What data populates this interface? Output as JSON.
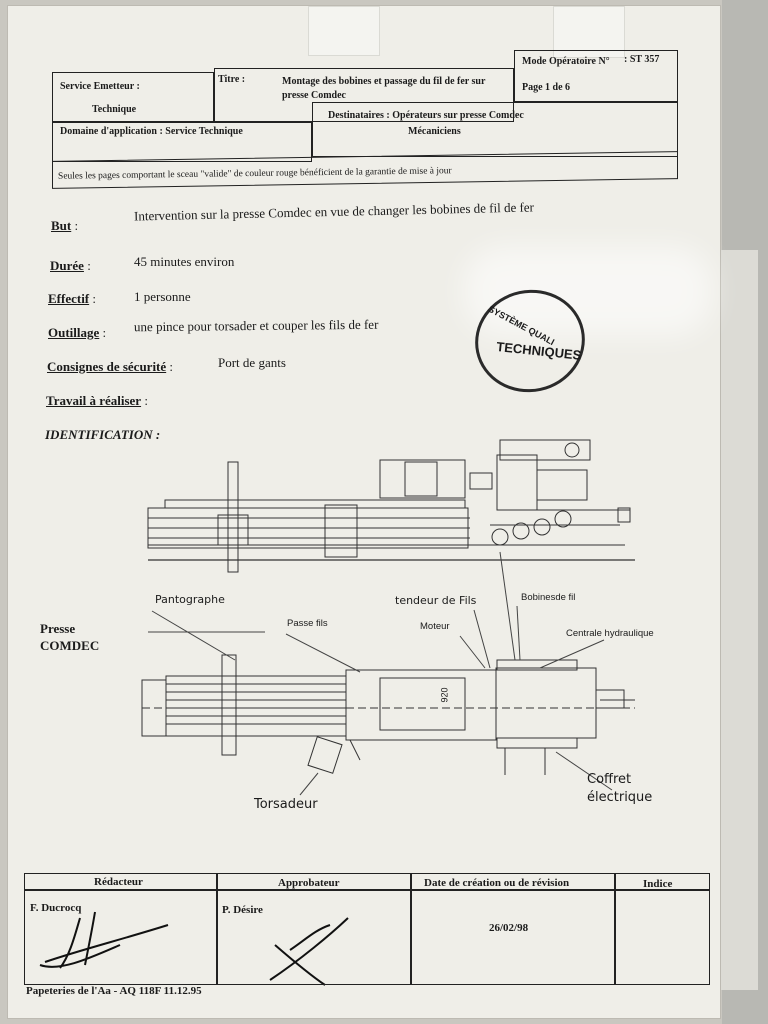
{
  "header": {
    "service_label": "Service Emetteur :",
    "service_value": "Technique",
    "titre_label": "Titre :",
    "titre_line1": "Montage des bobines et passage du fil de fer sur",
    "titre_line2": "presse Comdec",
    "mode_label": "Mode Opératoire N°",
    "mode_value": ": ST 357",
    "page": "Page 1 de 6",
    "domaine": "Domaine d'application : Service Technique",
    "dest_label": "Destinataires : Opérateurs sur presse Comdec",
    "dest_line2": "Mécaniciens",
    "notice": "Seules les pages comportant le sceau \"valide\" de couleur rouge bénéficient de la garantie de mise à jour"
  },
  "fields": [
    {
      "label": "But",
      "sep": " :",
      "value": "Intervention sur la presse Comdec en vue de changer les bobines de fil de fer"
    },
    {
      "label": "Durée",
      "sep": " :",
      "value": "45 minutes environ"
    },
    {
      "label": "Effectif",
      "sep": " :",
      "value": "1 personne"
    },
    {
      "label": "Outillage",
      "sep": " :",
      "value": "une pince pour torsader et couper les fils de fer"
    },
    {
      "label": "Consignes de sécurité",
      "sep": " :",
      "value": "Port de gants"
    },
    {
      "label": "Travail à réaliser",
      "sep": " :",
      "value": ""
    }
  ],
  "identification": "IDENTIFICATION :",
  "stamp": {
    "line1": "SYSTÈME QUALI",
    "line2": "TECHNIQUES"
  },
  "diagram": {
    "press_label_1": "Presse",
    "press_label_2": "COMDEC",
    "pantographe": "Pantographe",
    "passe_fils": "Passe fils",
    "tendeur": "tendeur de Fils",
    "moteur": "Moteur",
    "bobines": "Bobinesde fil",
    "centrale": "Centrale hydraulique",
    "torsadeur": "Torsadeur",
    "coffret_1": "Coffret",
    "coffret_2": "électrique",
    "dim": "920"
  },
  "footer": {
    "redacteur_label": "Rédacteur",
    "approbateur_label": "Approbateur",
    "date_label": "Date de création ou de révision",
    "indice_label": "Indice",
    "redacteur": "F. Ducrocq",
    "approbateur": "P. Désire",
    "date": "26/02/98",
    "indice": "",
    "printer": "Papeteries de l'Aa - AQ 118F  11.12.95"
  }
}
